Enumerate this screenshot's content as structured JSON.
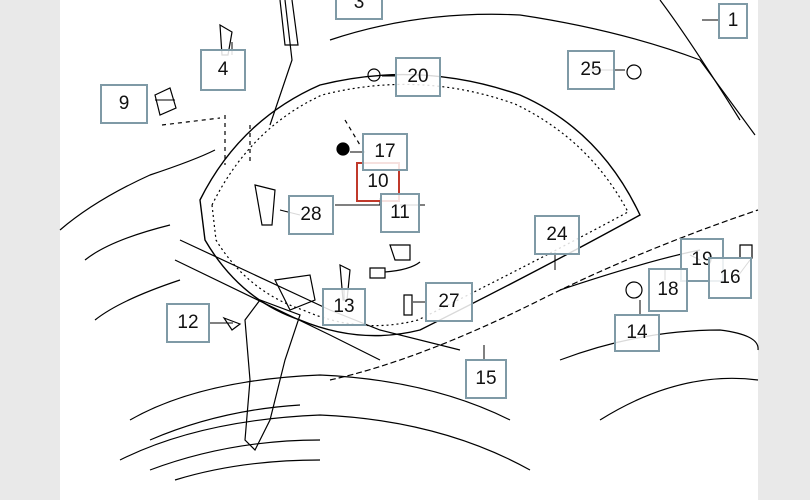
{
  "callouts": [
    {
      "id": "1",
      "label": "1"
    },
    {
      "id": "3",
      "label": "3"
    },
    {
      "id": "4",
      "label": "4"
    },
    {
      "id": "9",
      "label": "9"
    },
    {
      "id": "10",
      "label": "10",
      "selected": true
    },
    {
      "id": "11",
      "label": "11"
    },
    {
      "id": "12",
      "label": "12"
    },
    {
      "id": "13",
      "label": "13"
    },
    {
      "id": "14",
      "label": "14"
    },
    {
      "id": "15",
      "label": "15"
    },
    {
      "id": "16",
      "label": "16"
    },
    {
      "id": "17",
      "label": "17"
    },
    {
      "id": "18",
      "label": "18"
    },
    {
      "id": "19",
      "label": "19"
    },
    {
      "id": "20",
      "label": "20"
    },
    {
      "id": "24",
      "label": "24"
    },
    {
      "id": "25",
      "label": "25"
    },
    {
      "id": "27",
      "label": "27"
    },
    {
      "id": "28",
      "label": "28"
    }
  ],
  "colors": {
    "callout_border": "#7f9aa6",
    "selected_border": "#c0392b",
    "line_art": "#000000",
    "page_background": "#e9e9e9"
  }
}
